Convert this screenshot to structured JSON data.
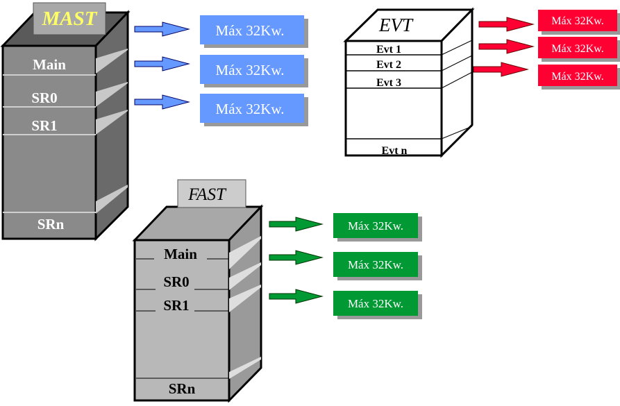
{
  "mast": {
    "title": "MAST",
    "sections": [
      "Main",
      "SR0",
      "SR1",
      "SRn"
    ],
    "limits": [
      "Máx 32Kw.",
      "Máx 32Kw.",
      "Máx 32Kw."
    ]
  },
  "evt": {
    "title": "EVT",
    "sections": [
      "Evt 1",
      "Evt 2",
      "Evt 3",
      "Evt n"
    ],
    "limits": [
      "Máx 32Kw.",
      "Máx 32Kw.",
      "Máx 32Kw."
    ]
  },
  "fast": {
    "title": "FAST",
    "sections": [
      "Main",
      "SR0",
      "SR1",
      "SRn"
    ],
    "limits": [
      "Máx 32Kw.",
      "Máx 32Kw.",
      "Máx 32Kw."
    ]
  },
  "colors": {
    "mast_body": "#8a8a8a",
    "mast_side": "#6a6a6a",
    "mast_top": "#5a5a5a",
    "mast_title": "#ffff66",
    "fast_body": "#b8b8b8",
    "fast_side": "#9a9a9a",
    "fast_top": "#a8a8a8",
    "blue": "#6699ff",
    "red": "#ff0033",
    "green": "#009933",
    "shadow": "#999999"
  }
}
